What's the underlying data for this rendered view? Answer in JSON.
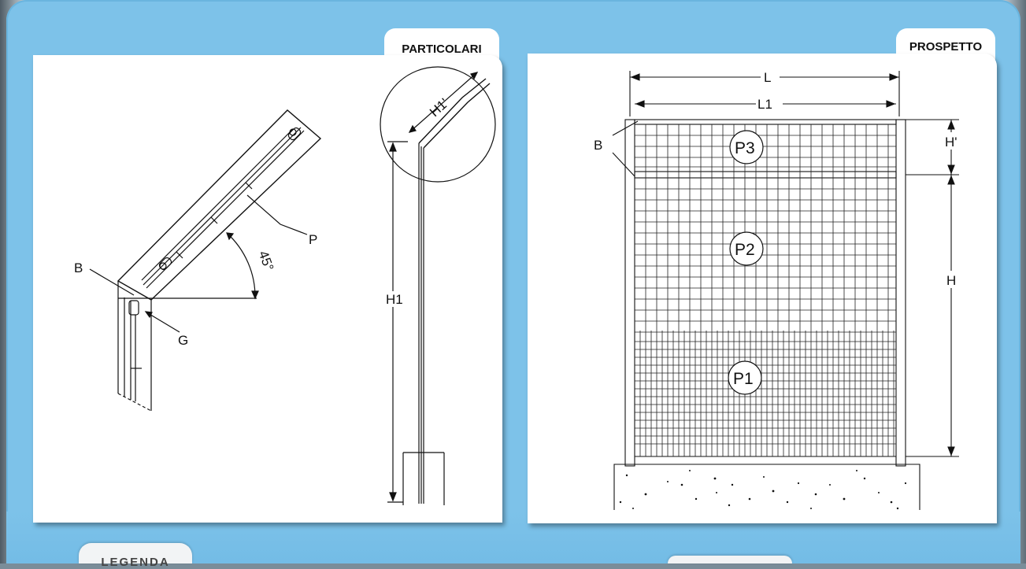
{
  "colors": {
    "frame": "#7dc2e9",
    "panel": "#ffffff",
    "ink": "#111111"
  },
  "left_panel": {
    "tab_title": "PARTICOLARI",
    "labels": {
      "b": "B",
      "g": "G",
      "p": "P",
      "angle": "45°",
      "h1": "H1",
      "h1_prime": "H1'"
    }
  },
  "right_panel": {
    "tab_title": "PROSPETTO",
    "labels": {
      "l": "L",
      "l1": "L1",
      "b": "B",
      "h_prime": "H'",
      "h": "H",
      "p1": "P1",
      "p2": "P2",
      "p3": "P3"
    }
  },
  "bottom_tabs": {
    "left": "LEGENDA",
    "right": ""
  }
}
